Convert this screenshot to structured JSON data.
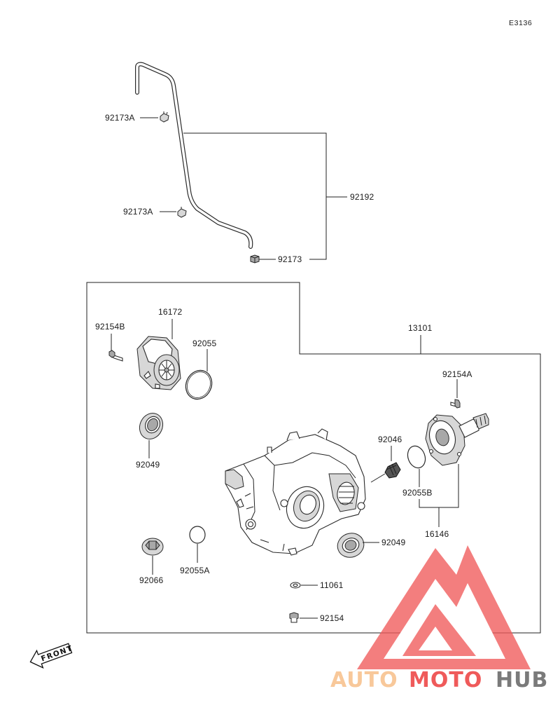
{
  "diagram_code": "E3136",
  "front_label": "FRONT",
  "watermark": {
    "text_auto": "AUTO",
    "text_moto": "MOTO",
    "text_hub": "HUB",
    "color_light": "#f8c89a",
    "color_red": "#ef5a5a",
    "color_gray": "#7a7a7a"
  },
  "labels": {
    "p92173A_upper": "92173A",
    "p92173A_lower": "92173A",
    "p92173": "92173",
    "p92192": "92192",
    "p13101": "13101",
    "p16172": "16172",
    "p92154B": "92154B",
    "p92055": "92055",
    "p92049_left": "92049",
    "p92154A": "92154A",
    "p92046": "92046",
    "p92055B": "92055B",
    "p16146": "16146",
    "p92049_right": "92049",
    "p92066": "92066",
    "p92055A": "92055A",
    "p11061": "11061",
    "p92154": "92154"
  }
}
